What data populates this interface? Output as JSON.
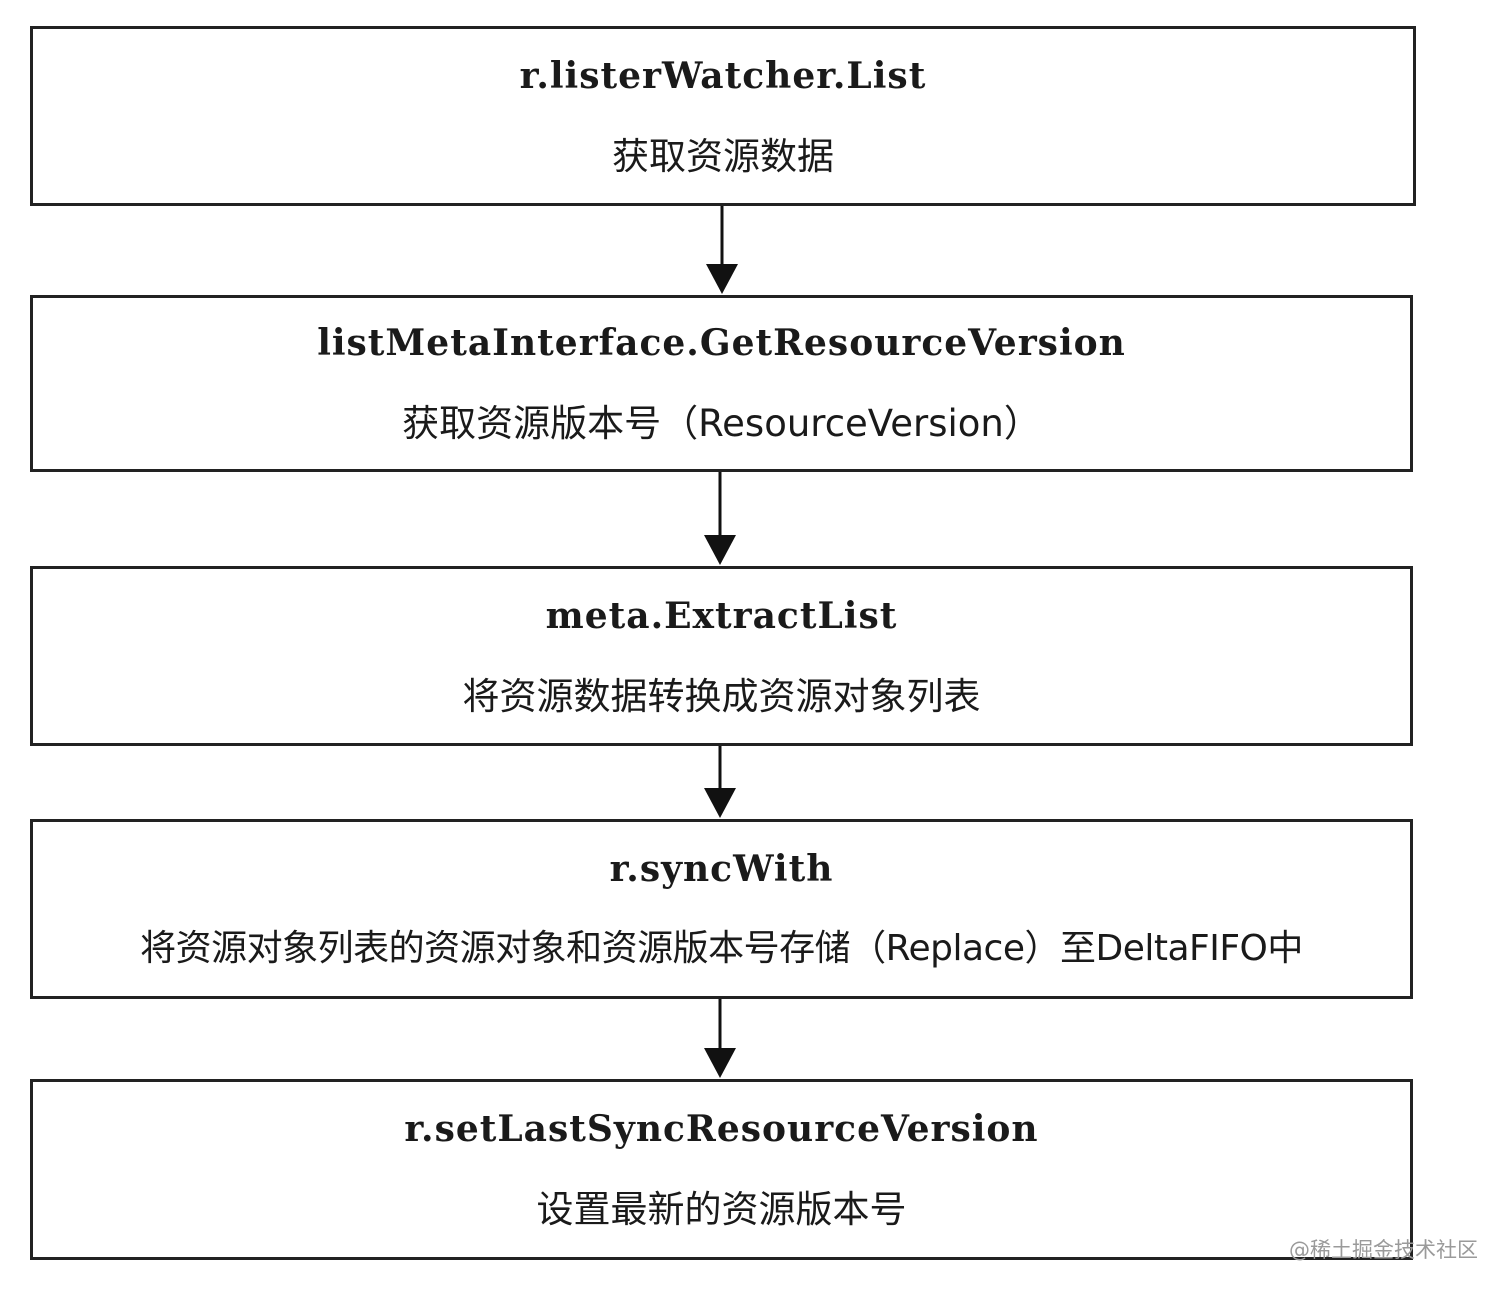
{
  "steps": [
    {
      "code": "r.listerWatcher.List",
      "desc": "获取资源数据"
    },
    {
      "code": "listMetaInterface.GetResourceVersion",
      "desc": "获取资源版本号（ResourceVersion）"
    },
    {
      "code": "meta.ExtractList",
      "desc": "将资源数据转换成资源对象列表"
    },
    {
      "code": "r.syncWith",
      "desc": "将资源对象列表的资源对象和资源版本号存储（Replace）至DeltaFIFO中"
    },
    {
      "code": "r.setLastSyncResourceVersion",
      "desc": "设置最新的资源版本号"
    }
  ],
  "watermark": "@稀土掘金技术社区",
  "colors": {
    "border": "#222222",
    "arrow": "#111111",
    "watermark": "#9a9a9a"
  }
}
